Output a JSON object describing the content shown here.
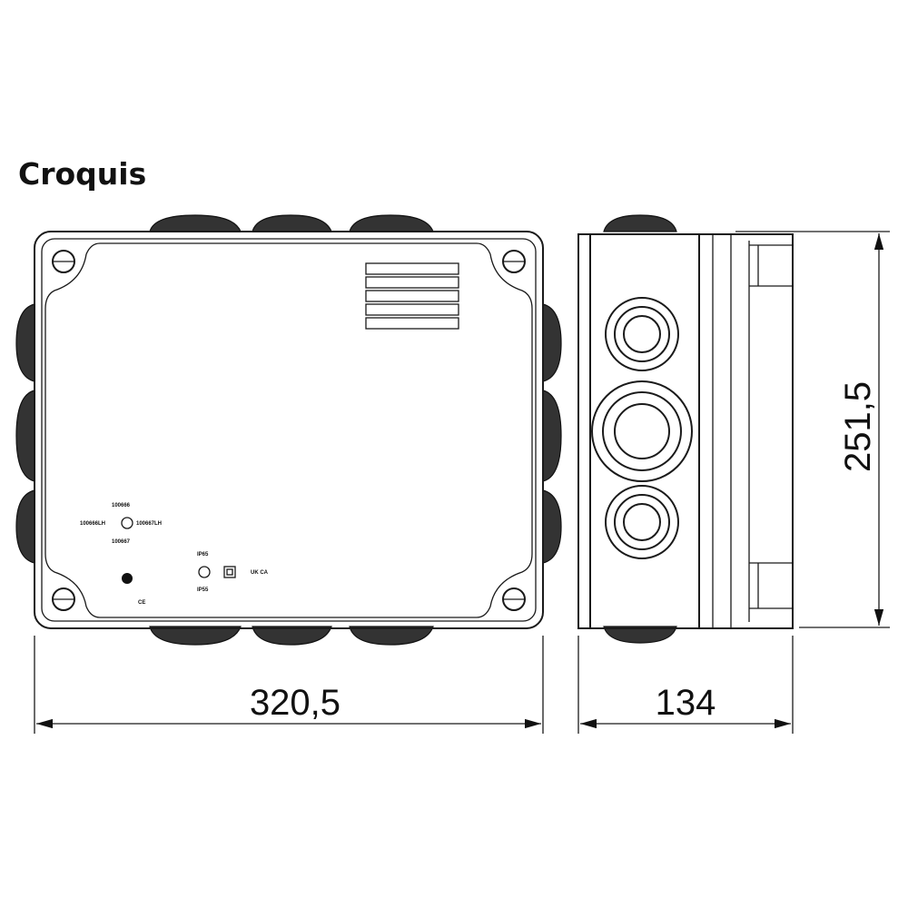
{
  "title": "Croquis",
  "dimensions": {
    "width": "320,5",
    "depth": "134",
    "height": "251,5"
  },
  "markings": {
    "top_code": "100666",
    "left_code": "100666LH",
    "right_code": "100667LH",
    "bottom_code": "100667",
    "ip_top": "IP65",
    "ip_bottom": "IP55",
    "ukca": "UK CA",
    "ce": "CE"
  }
}
